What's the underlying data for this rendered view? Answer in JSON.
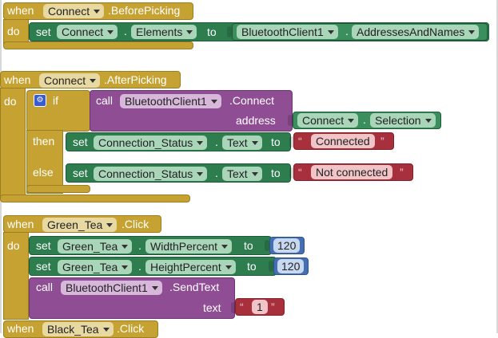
{
  "blocks": {
    "event1": {
      "when": "when",
      "component": "Connect",
      "event": ".BeforePicking",
      "do": "do",
      "set": "set",
      "target_component": "Connect",
      "dot": ".",
      "property": "Elements",
      "to": "to",
      "value_component": "BluetoothClient1",
      "value_property": "AddressesAndNames"
    },
    "event2": {
      "when": "when",
      "component": "Connect",
      "event": ".AfterPicking",
      "do": "do",
      "if": "if",
      "call": "call",
      "call_component": "BluetoothClient1",
      "method": ".Connect",
      "arg_label": "address",
      "arg_component": "Connect",
      "arg_property": "Selection",
      "then": "then",
      "else": "else",
      "then_set": "set",
      "then_component": "Connection_Status",
      "then_property": "Text",
      "then_to": "to",
      "then_value": "Connected",
      "else_set": "set",
      "else_component": "Connection_Status",
      "else_property": "Text",
      "else_to": "to",
      "else_value": "Not connected",
      "open_quote": "“",
      "close_quote": "”"
    },
    "event3": {
      "when": "when",
      "component": "Green_Tea",
      "event": ".Click",
      "do": "do",
      "set1": "set",
      "set1_component": "Green_Tea",
      "set1_property": "WidthPercent",
      "set1_to": "to",
      "set1_value": "120",
      "set2": "set",
      "set2_component": "Green_Tea",
      "set2_property": "HeightPercent",
      "set2_to": "to",
      "set2_value": "120",
      "call": "call",
      "call_component": "BluetoothClient1",
      "method": ".SendText",
      "arg_label": "text",
      "arg_value": "1",
      "open_quote": "“",
      "close_quote": "”"
    },
    "event4": {
      "when": "when",
      "component": "Black_Tea",
      "event": ".Click"
    }
  },
  "icons": {
    "mutator": "gear-icon"
  },
  "colors": {
    "event": "#c5a232",
    "setter": "#2e7d4f",
    "call": "#8f4d94",
    "text": "#a8303c",
    "number": "#4470b3"
  }
}
